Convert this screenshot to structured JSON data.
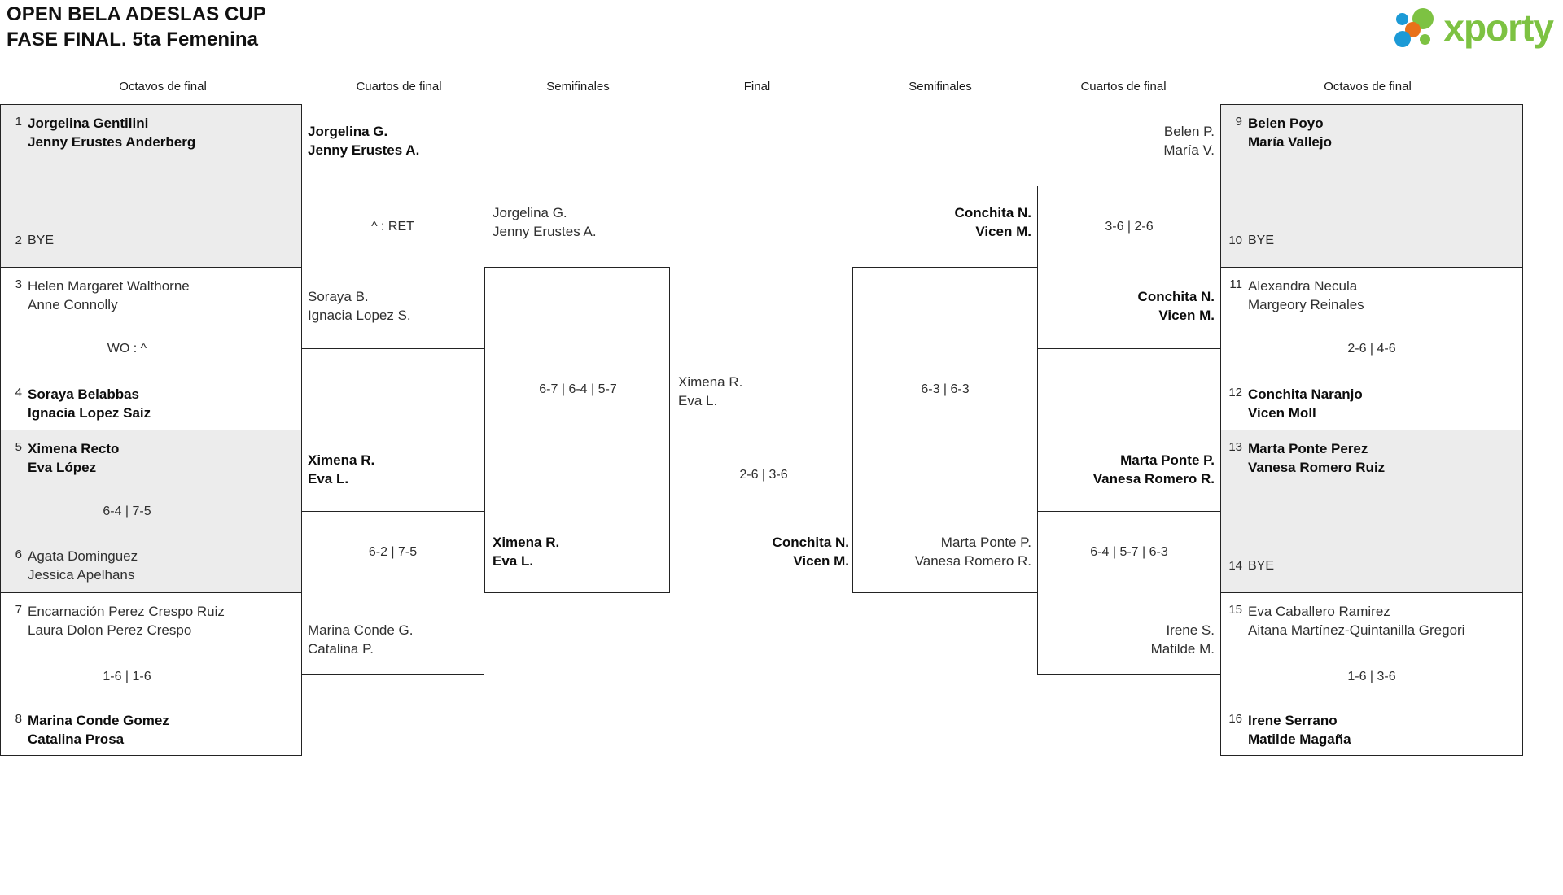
{
  "header": {
    "title_line1": "OPEN BELA ADESLAS CUP",
    "title_line2": "FASE FINAL. 5ta Femenina",
    "logo_text": "xporty",
    "logo_colors": {
      "green": "#7dc242",
      "blue": "#1c9ad6",
      "orange": "#e8711a"
    }
  },
  "rounds": [
    {
      "label": "Octavos de final"
    },
    {
      "label": "Cuartos de final"
    },
    {
      "label": "Semifinales"
    },
    {
      "label": "Final"
    },
    {
      "label": "Semifinales"
    },
    {
      "label": "Cuartos de final"
    },
    {
      "label": "Octavos de final"
    }
  ],
  "left": {
    "r16": [
      {
        "seed": "1",
        "line1": "Jorgelina Gentilini",
        "line2": "Jenny Erustes Anderberg",
        "winner": true
      },
      {
        "seed": "2",
        "bye": "BYE"
      },
      {
        "seed": "3",
        "line1": "Helen Margaret Walthorne",
        "line2": "Anne Connolly",
        "winner": false
      },
      {
        "seed": "4",
        "line1": "Soraya Belabbas",
        "line2": "Ignacia Lopez Saiz",
        "winner": true
      },
      {
        "seed": "5",
        "line1": "Ximena Recto",
        "line2": "Eva López",
        "winner": true
      },
      {
        "seed": "6",
        "line1": "Agata Dominguez",
        "line2": "Jessica Apelhans",
        "winner": false
      },
      {
        "seed": "7",
        "line1": "Encarnación Perez Crespo Ruiz",
        "line2": "Laura Dolon Perez Crespo",
        "winner": false
      },
      {
        "seed": "8",
        "line1": "Marina Conde Gomez",
        "line2": "Catalina Prosa",
        "winner": true
      }
    ],
    "r16_scores": [
      "",
      "WO : ^",
      "6-4 | 7-5",
      "1-6 | 1-6"
    ],
    "qf": [
      {
        "line1": "Jorgelina G.",
        "line2": "Jenny Erustes A.",
        "winner": true
      },
      {
        "line1": "Soraya B.",
        "line2": "Ignacia Lopez S.",
        "winner": false
      },
      {
        "line1": "Ximena R.",
        "line2": "Eva L.",
        "winner": true
      },
      {
        "line1": "Marina Conde G.",
        "line2": "Catalina P.",
        "winner": false
      }
    ],
    "qf_scores": [
      "^ : RET",
      "6-2 | 7-5"
    ],
    "sf": [
      {
        "line1": "Jorgelina G.",
        "line2": "Jenny Erustes A.",
        "winner": false
      },
      {
        "line1": "Ximena R.",
        "line2": "Eva L.",
        "winner": true
      }
    ],
    "sf_scores": [
      "6-7 | 6-4 | 5-7"
    ]
  },
  "final": {
    "top": {
      "line1": "Ximena R.",
      "line2": "Eva L.",
      "winner": false
    },
    "bottom": {
      "line1": "Conchita N.",
      "line2": "Vicen M.",
      "winner": true
    },
    "score": "2-6 | 3-6"
  },
  "right": {
    "r16": [
      {
        "seed": "9",
        "line1": "Belen Poyo",
        "line2": "María Vallejo",
        "winner": true
      },
      {
        "seed": "10",
        "bye": "BYE"
      },
      {
        "seed": "11",
        "line1": "Alexandra Necula",
        "line2": "Margeory Reinales",
        "winner": false
      },
      {
        "seed": "12",
        "line1": "Conchita Naranjo",
        "line2": "Vicen Moll",
        "winner": true
      },
      {
        "seed": "13",
        "line1": "Marta Ponte Perez",
        "line2": "Vanesa Romero Ruiz",
        "winner": true
      },
      {
        "seed": "14",
        "bye": "BYE"
      },
      {
        "seed": "15",
        "line1": "Eva Caballero Ramirez",
        "line2": "Aitana Martínez-Quintanilla Gregori",
        "winner": false
      },
      {
        "seed": "16",
        "line1": "Irene Serrano",
        "line2": "Matilde Magaña",
        "winner": true
      }
    ],
    "r16_scores": [
      "",
      "2-6 | 4-6",
      "",
      "1-6 | 3-6"
    ],
    "qf": [
      {
        "line1": "Belen P.",
        "line2": "María V.",
        "winner": false
      },
      {
        "line1": "Conchita N.",
        "line2": "Vicen M.",
        "winner": true
      },
      {
        "line1": "Marta Ponte P.",
        "line2": "Vanesa Romero R.",
        "winner": true
      },
      {
        "line1": "Irene S.",
        "line2": "Matilde M.",
        "winner": false
      }
    ],
    "qf_scores": [
      "3-6 | 2-6",
      "6-4 | 5-7 | 6-3"
    ],
    "sf": [
      {
        "line1": "Conchita N.",
        "line2": "Vicen M.",
        "winner": true
      },
      {
        "line1": "Marta Ponte P.",
        "line2": "Vanesa Romero R.",
        "winner": false
      }
    ],
    "sf_scores": [
      "6-3 | 6-3"
    ]
  }
}
